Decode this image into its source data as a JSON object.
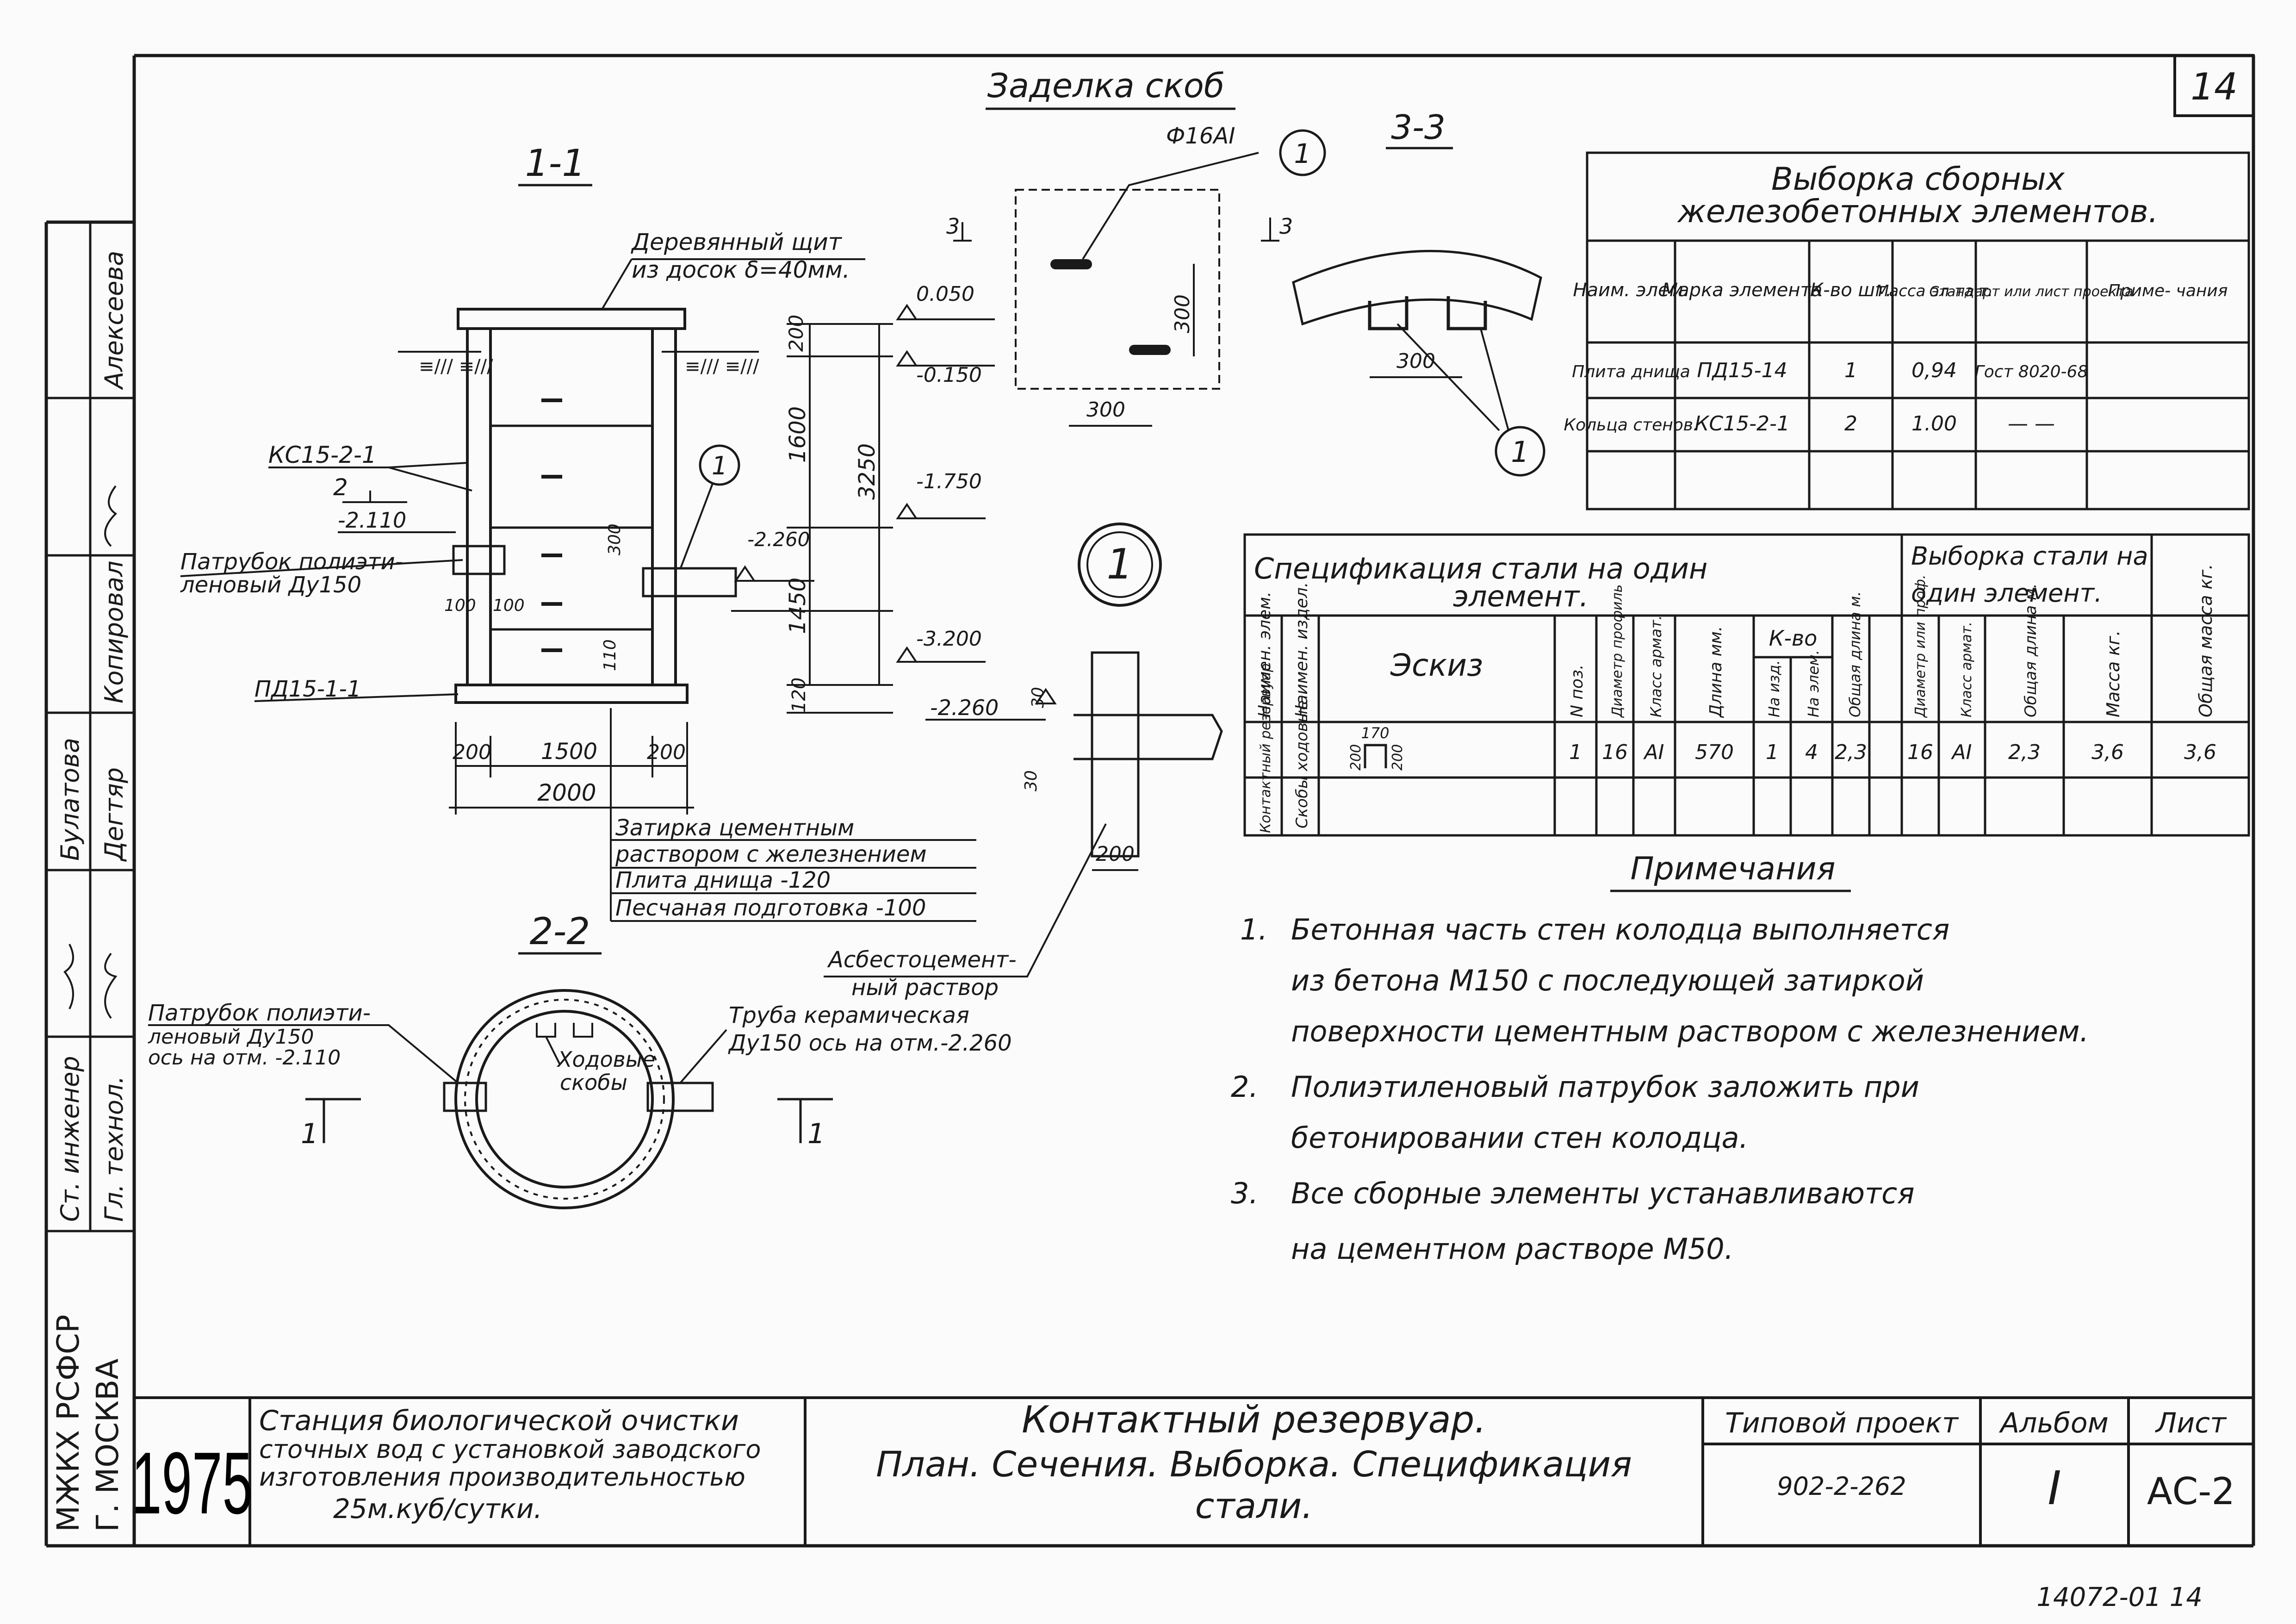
{
  "sheet": {
    "page_number": "14",
    "archive_number": "14072-01 14"
  },
  "section_titles": {
    "embedding": "Заделка скоб",
    "sec_1_1": "1-1",
    "sec_2_2": "2-2",
    "sec_3_3": "3-3",
    "node_1": "1"
  },
  "section_1_1": {
    "label_wood_shield_1": "Деревянный щит",
    "label_wood_shield_2": "из досок δ=40мм.",
    "label_ks": "КС15-2-1",
    "label_cut2": "2",
    "label_elev_2110": "-2.110",
    "label_pipe_1": "Патрубок полиэти-",
    "label_pipe_2": "леновый Ду150",
    "label_pd": "ПД15-1-1",
    "dim_100a": "100",
    "dim_100b": "100",
    "dim_200a": "200",
    "dim_200b": "200",
    "dim_1500": "1500",
    "dim_2000": "2000",
    "dim_300": "300",
    "dim_1600": "1600",
    "dim_1450": "1450",
    "dim_3250": "3250",
    "dim_200v": "200",
    "dim_120": "120",
    "dim_110": "110",
    "elev_0050": "0.050",
    "elev_m0150": "-0.150",
    "elev_m1750": "-1.750",
    "elev_m2260": "-2.260",
    "elev_m3200": "-3.200",
    "callout_1": "1",
    "layer_1": "Затирка цементным",
    "layer_2": "раствором с железнением",
    "layer_3": "Плита днища -120",
    "layer_4": "Песчаная подготовка -100"
  },
  "embedding_detail": {
    "rebar": "Ф16АI",
    "callout": "1",
    "cut_left": "3",
    "cut_right": "3",
    "dim_300v": "300",
    "dim_300h": "300"
  },
  "section_3_3": {
    "dim_300": "300",
    "callout": "1"
  },
  "node_detail": {
    "elev": "-2.260",
    "dim_30a": "30",
    "dim_30b": "30",
    "dim_200": "200",
    "label_mortar_1": "Асбестоцемент-",
    "label_mortar_2": "ный раствор"
  },
  "section_2_2": {
    "label_pipe_1": "Патрубок полиэти-",
    "label_pipe_2": "леновый Ду150",
    "label_pipe_3": "ось на отм. -2.110",
    "label_ceramic_1": "Труба керамическая",
    "label_ceramic_2": "Ду150 ось на отм.-2.260",
    "label_rungs_1": "Ходовые",
    "label_rungs_2": "скобы",
    "cut_left": "1",
    "cut_right": "1"
  },
  "precast_table": {
    "title_1": "Выборка сборных",
    "title_2": "железобетонных элементов.",
    "headers": [
      "Наим. элем.",
      "Марка элемента",
      "К-во шт.",
      "Масса эл-та т.",
      "Стандарт или лист проекта",
      "Приме- чания"
    ],
    "rows": [
      [
        "Плита днища",
        "ПД15-14",
        "1",
        "0,94",
        "Гост 8020-68",
        ""
      ],
      [
        "Кольца стенов.",
        "КС15-2-1",
        "2",
        "1.00",
        "— —",
        ""
      ]
    ]
  },
  "steel_table": {
    "title_spec_1": "Спецификация стали на один",
    "title_spec_2": "элемент.",
    "title_sel_1": "Выборка стали на",
    "title_sel_2": "один элемент.",
    "headers": [
      "Наимен. элем.",
      "Наимен. издел.",
      "Эскиз",
      "N поз.",
      "Диаметр профиль",
      "Класс армат.",
      "Длина мм.",
      "К-во",
      "На изд.",
      "На элем.",
      "Общая длина м.",
      "Диаметр или проф.",
      "Класс армат.",
      "Общая длина м.",
      "Масса кг.",
      "Общая масса кг."
    ],
    "row": [
      "Контактный резервуар",
      "Скобы ходовые",
      "1",
      "16",
      "AI",
      "570",
      "1",
      "4",
      "2,3",
      "16",
      "AI",
      "2,3",
      "3,6",
      "3,6"
    ],
    "sketch_dims": [
      "170",
      "200",
      "200"
    ]
  },
  "notes": {
    "title": "Примечания",
    "items": [
      {
        "num": "1.",
        "lines": [
          "Бетонная часть стен колодца выполняется",
          "из бетона М150 с последующей затиркой",
          "поверхности цементным раствором с железнением."
        ]
      },
      {
        "num": "2.",
        "lines": [
          "Полиэтиленовый патрубок заложить при",
          "бетонировании стен колодца."
        ]
      },
      {
        "num": "3.",
        "lines": [
          "Все сборные элементы устанавливаются",
          "на цементном растворе М50."
        ]
      }
    ]
  },
  "side_stamp": {
    "roles": [
      "Ст. инженер",
      "Гл. технол."
    ],
    "signers": [
      "Булатова",
      "Дегтяр",
      "Копировал",
      "Алексеева"
    ],
    "org_1": "МЖКХ РСФСР",
    "org_2": "Г. МОСКВА"
  },
  "title_block": {
    "year": "1975",
    "project_desc": [
      "Станция биологической очистки",
      "сточных вод с установкой заводского",
      "изготовления производительностью",
      "25м.куб/сутки."
    ],
    "drawing_title": [
      "Контактный резервуар.",
      "План. Сечения. Выборка. Спецификация",
      "стали."
    ],
    "typical_label": "Типовой проект",
    "typical_value": "902-2-262",
    "album_label": "Альбом",
    "album_value": "I",
    "sheet_label": "Лист",
    "sheet_value": "АС-2"
  }
}
